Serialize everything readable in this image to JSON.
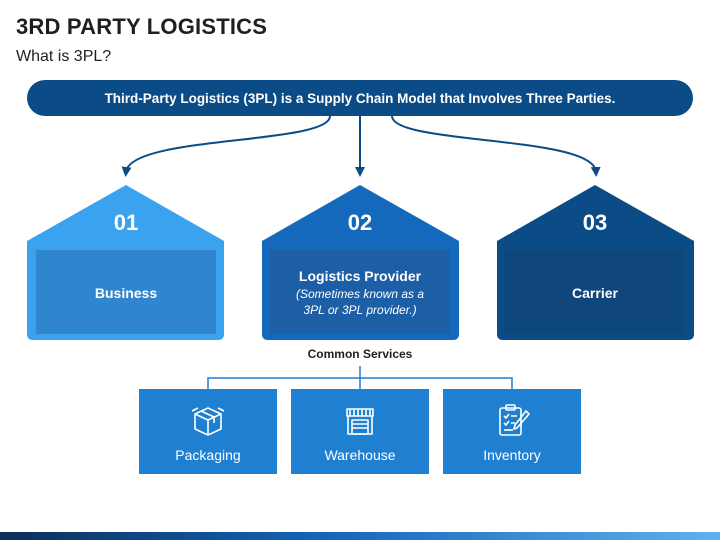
{
  "title": "3RD PARTY LOGISTICS",
  "subtitle": "What is 3PL?",
  "banner": "Third-Party Logistics (3PL) is a Supply Chain Model that Involves Three Parties.",
  "parties": [
    {
      "number": "01",
      "label": "Business",
      "sub": "",
      "color": "#3aa2ee",
      "inner": "#2f86cf"
    },
    {
      "number": "02",
      "label": "Logistics Provider",
      "sub": "(Sometimes known as a 3PL or 3PL provider.)",
      "color": "#1569bd",
      "inner": "#1c5fa6"
    },
    {
      "number": "03",
      "label": "Carrier",
      "sub": "",
      "color": "#0c4c86",
      "inner": "#0f467b"
    }
  ],
  "common_services": "Common Services",
  "services": [
    {
      "label": "Packaging",
      "icon": "package-icon"
    },
    {
      "label": "Warehouse",
      "icon": "warehouse-icon"
    },
    {
      "label": "Inventory",
      "icon": "clipboard-icon"
    }
  ],
  "colors": {
    "banner": "#0c4c86",
    "arrow": "#0c4c86",
    "service_box": "#1f7fd0",
    "connector": "#1f7fd0"
  }
}
